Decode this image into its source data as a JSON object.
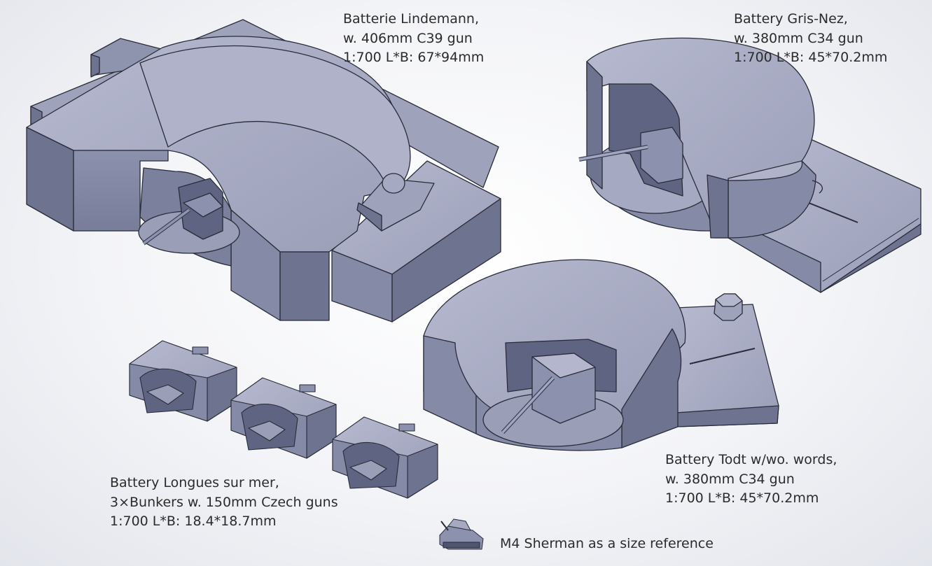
{
  "labels": {
    "lindemann": {
      "line1": "Batterie Lindemann,",
      "line2": "w. 406mm C39 gun",
      "line3": "1:700 L*B: 67*94mm"
    },
    "grisnez": {
      "line1": "Battery Gris-Nez,",
      "line2": "w. 380mm C34 gun",
      "line3": "1:700 L*B: 45*70.2mm"
    },
    "todt": {
      "line1": "Battery Todt w/wo. words,",
      "line2": "w. 380mm C34 gun",
      "line3": "1:700 L*B: 45*70.2mm"
    },
    "longues": {
      "line1": "Battery Longues sur mer,",
      "line2": "3×Bunkers w. 150mm Czech guns",
      "line3": "1:700 L*B: 18.4*18.7mm"
    },
    "sherman": {
      "line1": "M4 Sherman as a size reference"
    }
  },
  "colors": {
    "top_face": "#a9acc3",
    "front_face": "#858aa6",
    "side_face": "#6e7390",
    "dark_face": "#4f5470",
    "edge": "#2a2c3a"
  }
}
